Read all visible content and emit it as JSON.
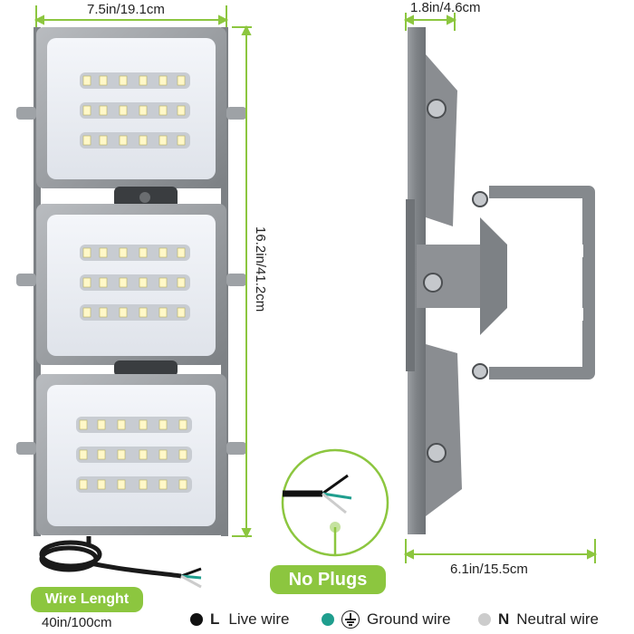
{
  "dimensions": {
    "width": "7.5in/19.1cm",
    "depth": "1.8in/4.6cm",
    "height": "16.2in/41.2cm",
    "bracket_width": "6.1in/15.5cm",
    "wire_length": "40in/100cm"
  },
  "badges": {
    "wire_length": "Wire Lenght",
    "no_plugs": "No Plugs"
  },
  "legend": [
    {
      "letter": "L",
      "label": "Live wire",
      "color": "#111111",
      "icon": "filled-dot"
    },
    {
      "letter": "",
      "label": "Ground wire",
      "color": "#1f9e8e",
      "icon": "ground-symbol-icon"
    },
    {
      "letter": "N",
      "label": "Neutral wire",
      "color": "#cccccc",
      "icon": "filled-dot"
    }
  ],
  "colors": {
    "accent": "#8cc63f",
    "dimension_line": "#8cc63f",
    "housing": "#8a8d90"
  }
}
